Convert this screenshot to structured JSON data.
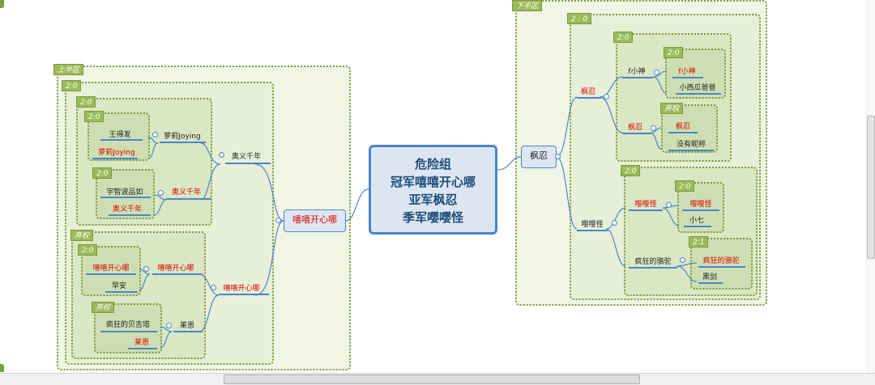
{
  "center": {
    "lines": [
      "危险组",
      "冠军嘻嘻开心哪",
      "亚军枫忍",
      "季军嘤嘤怪"
    ]
  },
  "left": {
    "topic": "嘻嘻开心哪",
    "region_tag": "上半区",
    "upper": {
      "tag": "2:0",
      "winner": "奥义千年",
      "semi_a": {
        "tag": "2:0",
        "winner": "萝莉Joying",
        "round": {
          "tag": "2:0",
          "player_a": "王得发",
          "player_b": "萝莉Joying"
        }
      },
      "semi_b": {
        "winner": "奥义千年",
        "round": {
          "tag": "2:0",
          "player_a": "宇智波品如",
          "player_b": "奥义千年"
        }
      }
    },
    "lower": {
      "tag": "弃权",
      "winner": "嘻嘻开心哪",
      "semi_a": {
        "winner": "嘻嘻开心哪",
        "round": {
          "tag": "2:0",
          "player_a": "嘻嘻开心哪",
          "player_b": "早安"
        }
      },
      "semi_b": {
        "winner": "莱恩",
        "round": {
          "tag": "弃权",
          "player_a": "疯狂的贝吉塔",
          "player_b": "莱恩"
        }
      }
    }
  },
  "right": {
    "topic": "枫忍",
    "region_tag": "下半区",
    "final_tag": "2 : 0",
    "upper": {
      "tag": "2:0",
      "winner": "枫忍",
      "semi_a": {
        "winner": "f小神",
        "round": {
          "tag": "2:0",
          "player_a": "f小神",
          "player_b": "小西瓜爸爸"
        }
      },
      "semi_b": {
        "winner": "枫忍",
        "round": {
          "tag": "弃权",
          "player_a": "枫忍",
          "player_b": "没有昵称"
        }
      }
    },
    "lower": {
      "tag": "2:0",
      "winner": "嘤嘤怪",
      "semi_a": {
        "winner": "嘤嘤怪",
        "round": {
          "tag": "2:0",
          "player_a": "嘤嘤怪",
          "player_b": "小七"
        }
      },
      "semi_b": {
        "winner": "疯狂的骆驼",
        "round": {
          "tag": "2:1",
          "player_a": "疯狂的骆驼",
          "player_b": "黑剑"
        }
      }
    }
  },
  "colors": {
    "line": "#4a86c8",
    "box_border": "#7d9a3c",
    "tag_fill": "#9bbb59",
    "winner_text": "#e00000"
  }
}
